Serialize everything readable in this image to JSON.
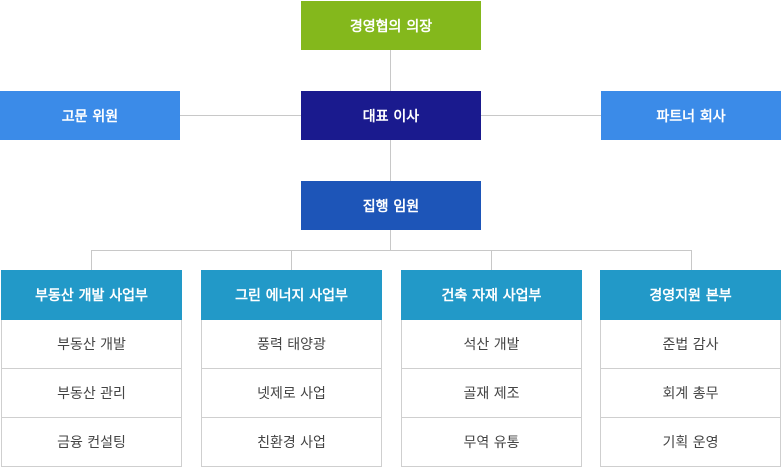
{
  "org_chart": {
    "chair": {
      "label": "경영협의 의장",
      "color": "#84b81c"
    },
    "ceo": {
      "label": "대표 이사",
      "color": "#1a1a8e"
    },
    "advisor": {
      "label": "고문 위원",
      "color": "#3b8be8"
    },
    "partner": {
      "label": "파트너 회사",
      "color": "#3b8be8"
    },
    "executive": {
      "label": "집행 임원",
      "color": "#1d55b8"
    },
    "divisions": [
      {
        "title": "부동산 개발 사업부",
        "items": [
          "부동산 개발",
          "부동산 관리",
          "금융 컨설팅"
        ]
      },
      {
        "title": "그린 에너지 사업부",
        "items": [
          "풍력 태양광",
          "넷제로 사업",
          "친환경 사업"
        ]
      },
      {
        "title": "건축 자재 사업부",
        "items": [
          "석산 개발",
          "골재 제조",
          "무역 유통"
        ]
      },
      {
        "title": "경영지원 본부",
        "items": [
          "준법 감사",
          "회계 총무",
          "기획 운영"
        ]
      }
    ],
    "division_color": "#2299c8",
    "line_color": "#c8c8c8"
  }
}
